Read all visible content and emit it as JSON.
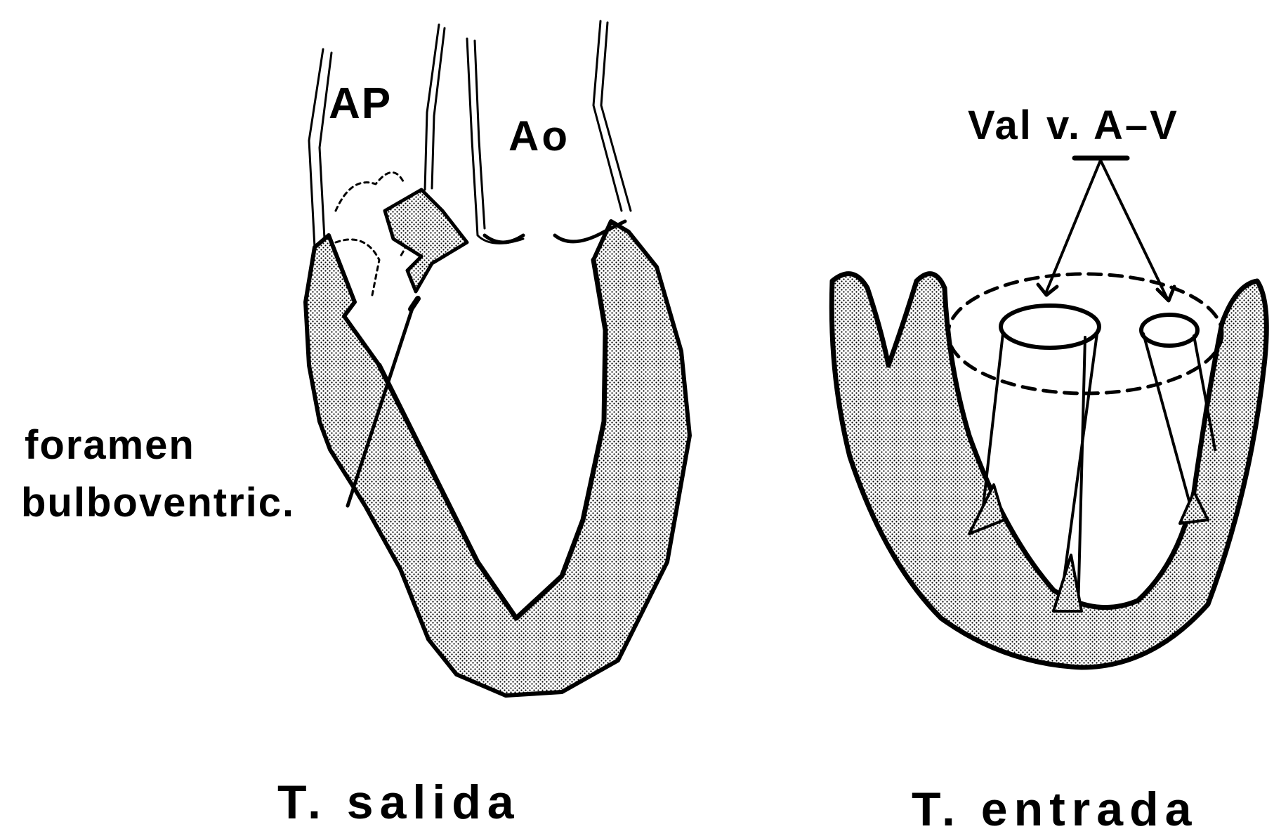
{
  "labels": {
    "ap": "AP",
    "ao": "Ao",
    "valv": "Val v.  A–V",
    "foramen": "foramen",
    "bulboventric": "bulboventric."
  },
  "captions": {
    "salida": "T. salida",
    "entrada": "T. entrada"
  },
  "colors": {
    "ink": "#000000",
    "shade": "#d6d6d6",
    "background": "#ffffff"
  }
}
